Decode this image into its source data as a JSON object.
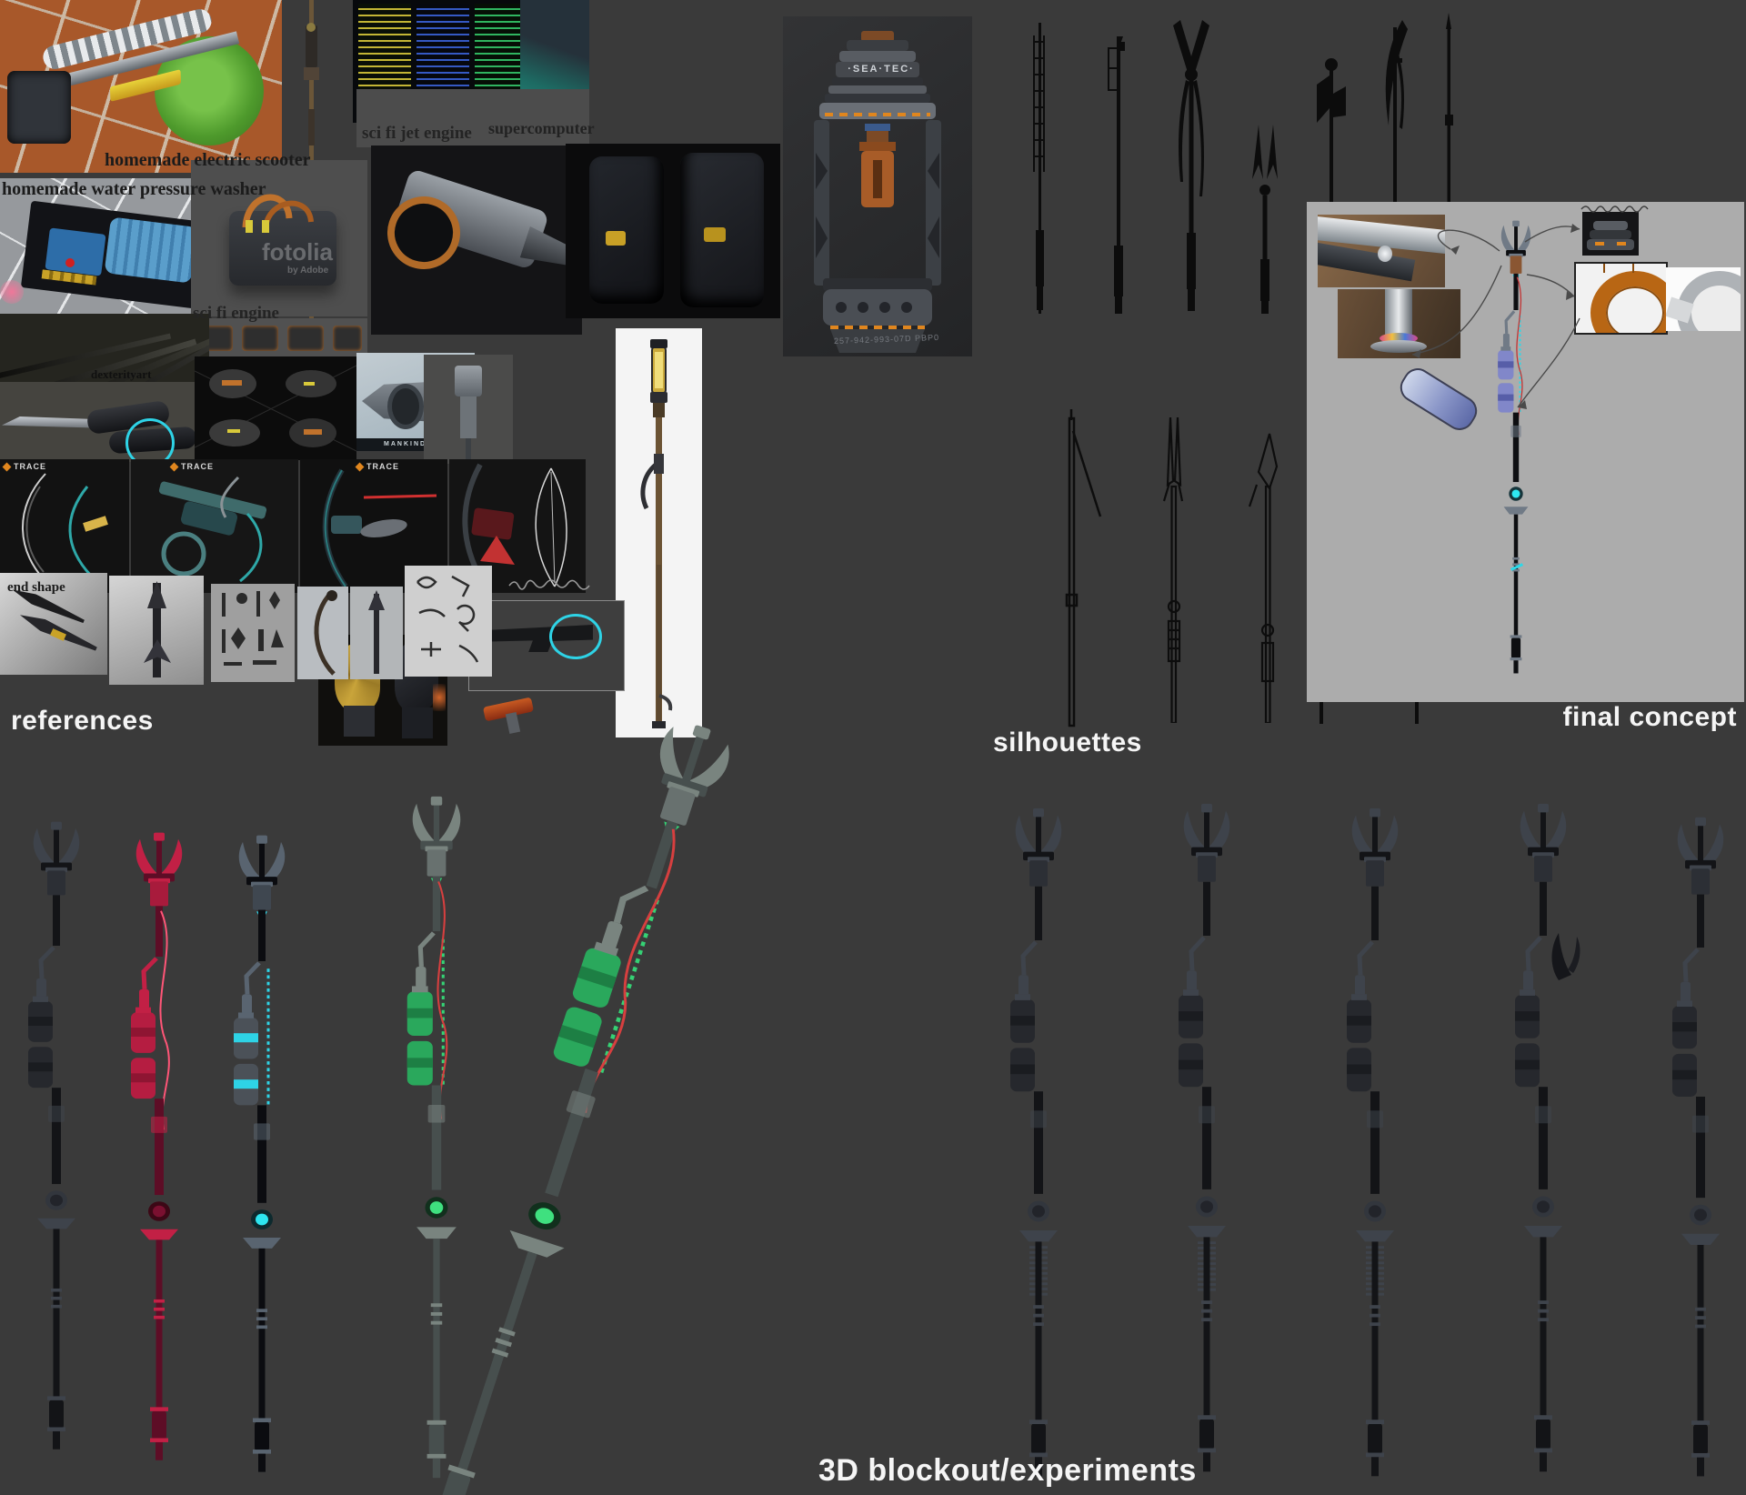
{
  "page": {
    "type": "weapon-concept-art-board",
    "background": "#3a3a3a",
    "size": "1920x1644"
  },
  "labels": {
    "references": "references",
    "silhouettes": "silhouettes",
    "final_concept": "final concept",
    "blockout": "3D blockout/experiments"
  },
  "captions": {
    "scooter": "homemade electric scooter",
    "washer": "homemade water pressure washer",
    "jet_engine": "sci fi jet engine",
    "supercomputer": "supercomputer",
    "scifi_engine": "sci fi engine",
    "artist": "dexterityart",
    "end_shape": "end shape"
  },
  "watermarks": {
    "trace": "TRACE",
    "fotolia": "fotolia",
    "fotolia_sub": "by Adobe",
    "mankind": "MANKIND DIVIDED"
  },
  "canister": {
    "brand": "·SEA·TEC·",
    "serial": "257-942-993-07D PBP0"
  },
  "colors": {
    "background": "#3a3a3a",
    "final_panel": "#acacac",
    "label_text": "#f5f5f5",
    "caption_text": "#1b1b1b",
    "accent_cyan": "#2ed3e6",
    "accent_red": "#c41f44",
    "accent_green": "#2fae62",
    "accent_orange": "#e0861e",
    "silhouette_fill": "#0c0c0c"
  },
  "board": {
    "sections": [
      {
        "name": "references",
        "position": "top-left",
        "content": "photo and concept reference collage"
      },
      {
        "name": "silhouettes",
        "position": "top-right",
        "content": "7 solid staff silhouettes, 3 sketch outlines"
      },
      {
        "name": "final concept",
        "position": "right panel",
        "content": "staff concept with welding, coil, duct-tape and canister callout photos"
      },
      {
        "name": "3D blockout/experiments",
        "position": "bottom",
        "content": "5 colored staff blockouts left (dark, red, cyan, green, tilted green), 5 dark staff renders right"
      }
    ]
  }
}
